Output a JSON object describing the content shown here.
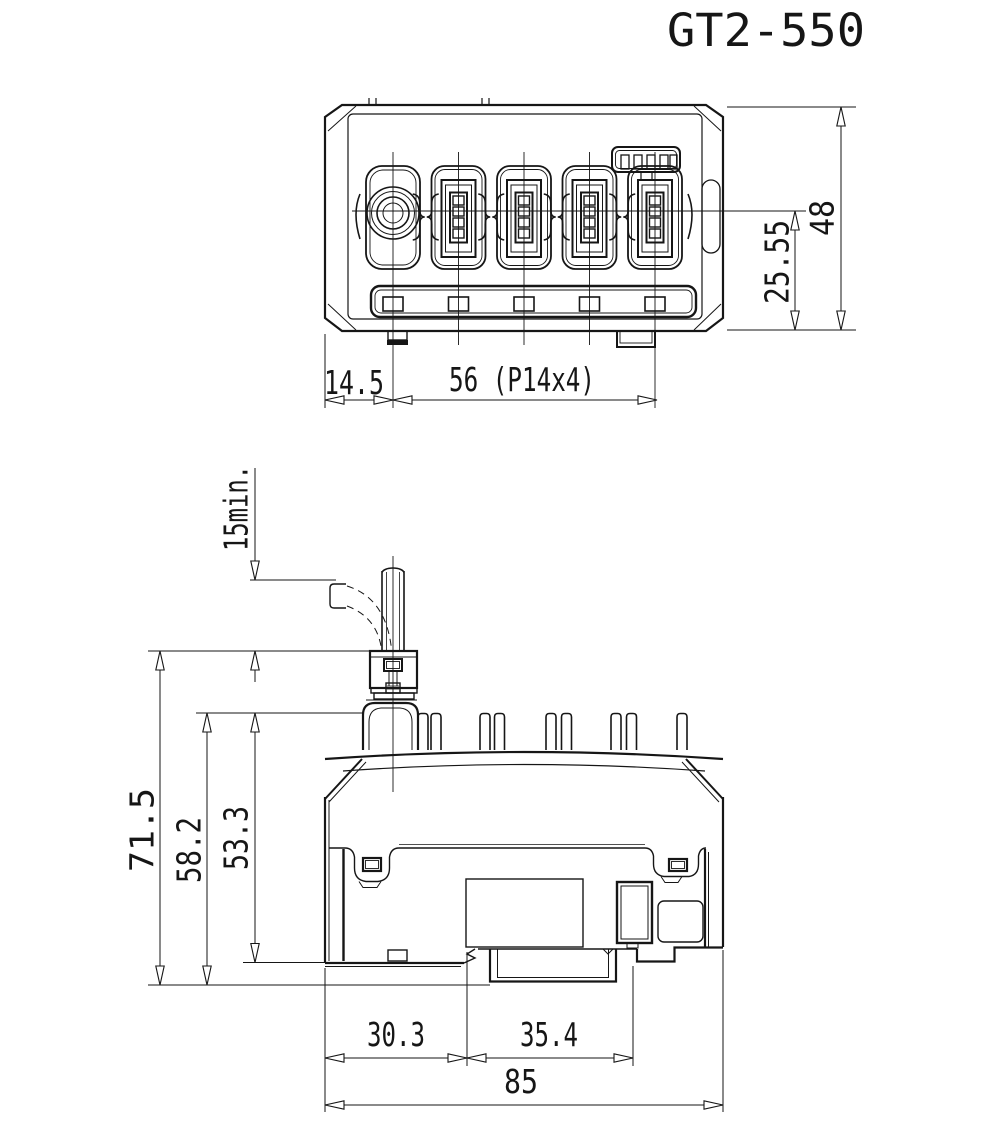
{
  "title": "GT2-550",
  "colors": {
    "line": "#161616",
    "background": "#ffffff"
  },
  "views": {
    "top_view": "top view of amplifier unit with 1 round and 4 rectangular sensor connectors",
    "front_view": "front view with cable plug, DIN-rail base and minimum cable bend radius"
  },
  "dims": {
    "top": {
      "height": "48",
      "center_to_bottom": "25.55",
      "edge_to_port1": "14.5",
      "port_pitch_span": "56 (P14x4)"
    },
    "front": {
      "cable_bend_min": "15min.",
      "overall_height": "71.5",
      "height_with_catch": "58.2",
      "body_height": "53.3",
      "left_to_din": "30.3",
      "din_span": "35.4",
      "overall_width": "85"
    }
  }
}
